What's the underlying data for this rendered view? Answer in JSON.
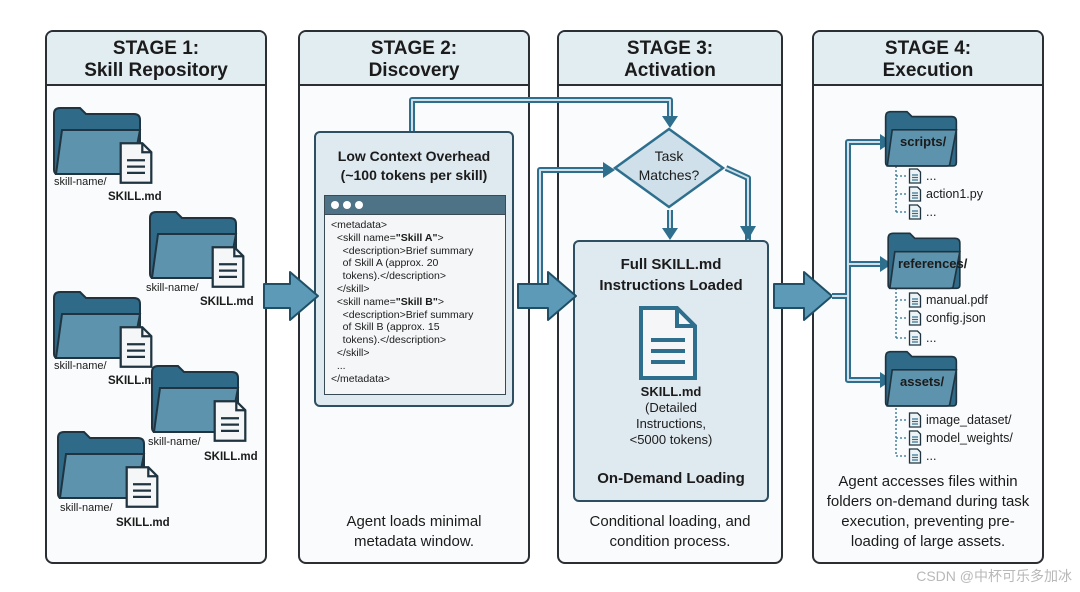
{
  "stages": [
    {
      "title_line1": "STAGE 1:",
      "title_line2": "Skill Repository"
    },
    {
      "title_line1": "STAGE 2:",
      "title_line2": "Discovery",
      "caption": "Agent loads minimal metadata window."
    },
    {
      "title_line1": "STAGE 3:",
      "title_line2": "Activation",
      "caption": "Conditional loading, and condition  process."
    },
    {
      "title_line1": "STAGE 4:",
      "title_line2": "Execution",
      "caption": "Agent accesses files within folders on-demand during task execution, preventing pre-loading of large assets."
    }
  ],
  "repository": {
    "folder_label": "skill-name/",
    "file_label": "SKILL.md"
  },
  "discovery": {
    "card_title": "Low Context Overhead (~100 tokens per skill)",
    "code_lines": [
      {
        "pre": "<metadata>",
        "bold": "",
        "post": ""
      },
      {
        "pre": "  <skill name=",
        "bold": "\"Skill A\"",
        "post": ">"
      },
      {
        "pre": "    <description>Brief summary",
        "bold": "",
        "post": ""
      },
      {
        "pre": "    of Skill A (approx. 20",
        "bold": "",
        "post": ""
      },
      {
        "pre": "    tokens).</description>",
        "bold": "",
        "post": ""
      },
      {
        "pre": "  </skill>",
        "bold": "",
        "post": ""
      },
      {
        "pre": "  <skill name=",
        "bold": "\"Skill B\"",
        "post": ">"
      },
      {
        "pre": "    <description>Brief summary",
        "bold": "",
        "post": ""
      },
      {
        "pre": "    of Skill B (approx. 15",
        "bold": "",
        "post": ""
      },
      {
        "pre": "    tokens).</description>",
        "bold": "",
        "post": ""
      },
      {
        "pre": "  </skill>",
        "bold": "",
        "post": ""
      },
      {
        "pre": "  ...",
        "bold": "",
        "post": ""
      },
      {
        "pre": "</metadata>",
        "bold": "",
        "post": ""
      }
    ]
  },
  "activation": {
    "decision": "Task Matches?",
    "card_title": "Full SKILL.md Instructions Loaded",
    "doc_name": "SKILL.md",
    "doc_desc": "(Detailed Instructions, <5000 tokens)",
    "footer": "On-Demand Loading"
  },
  "execution": {
    "folders": [
      {
        "name": "scripts/",
        "items": [
          "...",
          "action1.py",
          "..."
        ]
      },
      {
        "name": "references/",
        "items": [
          "manual.pdf",
          "config.json",
          "..."
        ]
      },
      {
        "name": "assets/",
        "items": [
          "image_dataset/",
          "model_weights/",
          "..."
        ]
      }
    ]
  },
  "watermark": "CSDN @中杯可乐多加冰",
  "colors": {
    "folder_back": "#2f6a88",
    "folder_front": "#5d93ad",
    "arrow_fill": "#5c9ab8",
    "line": "#2e6f8e",
    "panel_head": "#e2edf2"
  }
}
